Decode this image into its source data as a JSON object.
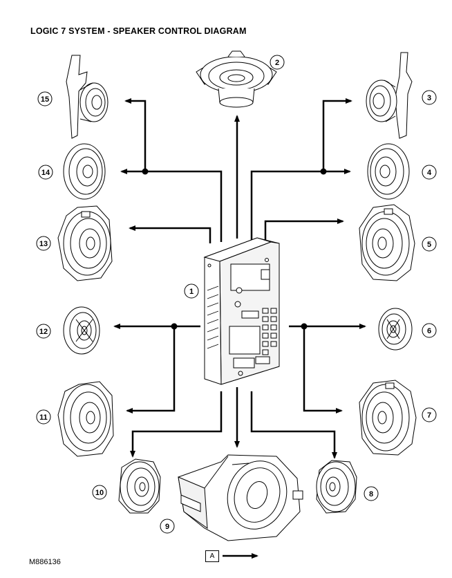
{
  "title": "LOGIC 7 SYSTEM - SPEAKER CONTROL DIAGRAM",
  "reference": "M886136",
  "view_marker": "A",
  "callouts": [
    "1",
    "2",
    "3",
    "4",
    "5",
    "6",
    "7",
    "8",
    "9",
    "10",
    "11",
    "12",
    "13",
    "14",
    "15"
  ]
}
